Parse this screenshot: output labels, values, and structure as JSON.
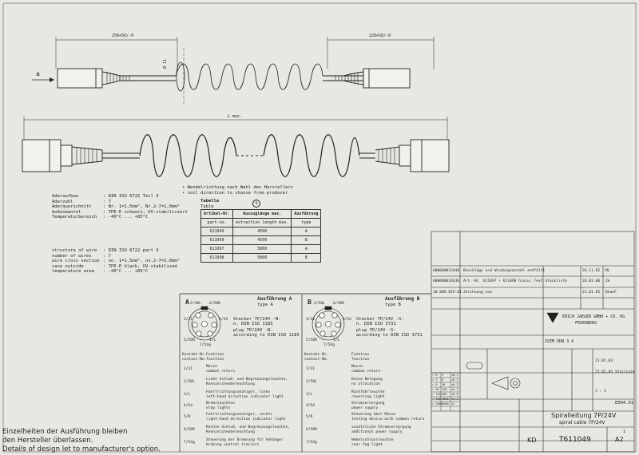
{
  "dims": {
    "left_cable": "250+50/-0",
    "right_cable": "220+50/-0",
    "diameter": "Ø 11",
    "length": "L max.",
    "arrow": "a"
  },
  "direction_note": [
    "• Wendelrichtung nach Wahl des Herstellers",
    "• coil direction to choose from producer"
  ],
  "spec_de": [
    [
      "Aderaufbau",
      ": DIN ISO 6722 Teil 3"
    ],
    [
      "Aderzahl",
      ": 7"
    ],
    [
      "Aderquerschnitt",
      ": Nr. 1=1,5mm², Nr.2-7=1,0mm²"
    ],
    [
      "Außenmantel",
      ": TPE-E  schwarz, UV-stabilisiert"
    ],
    [
      "Temperaturbereich",
      ": -40°C ... +85°C"
    ]
  ],
  "spec_en": [
    [
      "structure of wire",
      ": DIN ISO 6722 part 3"
    ],
    [
      "number of wires",
      ": 7"
    ],
    [
      "wire cross section",
      ": no. 1=1,5mm², no.2-7=1,0mm²"
    ],
    [
      "case outside",
      ": TPE-E  black, UV-stabilized"
    ],
    [
      "temperature area",
      ": -40°C ... +85°C"
    ]
  ],
  "table": {
    "title": "Tabelle",
    "subtitle": "Table",
    "badge": "S",
    "headers": [
      "Artikel-Nr.",
      "Auszuglänge max.",
      "Ausführung"
    ],
    "subheaders": [
      "part-no.",
      "extraction length max.",
      "type"
    ],
    "rows": [
      [
        "611049",
        "4500",
        "A"
      ],
      [
        "611050",
        "4500",
        "B"
      ],
      [
        "611097",
        "5000",
        "A"
      ],
      [
        "611098",
        "5000",
        "B"
      ]
    ]
  },
  "type_a": {
    "letter": "A",
    "title": "Ausführung A",
    "subtitle": "type A",
    "plug": [
      "Stecker 7P/24V -N-",
      "n. DIN ISO 1185",
      "plug 7P/24V -N-",
      "according to DIN ISO 1185"
    ],
    "pins": [
      "2/58L",
      "6/58R",
      "3/31",
      "4/54",
      "5/58R",
      "1/L",
      "7/54g"
    ],
    "col_headers": [
      "Kontakt-Nr.",
      "contact-No.",
      "Funktion",
      "function"
    ],
    "rows": [
      [
        "1/31",
        "Masse",
        "common return"
      ],
      [
        "2/58L",
        "Linke Schluß- und Begrenzungsleuchte,",
        "Kennzeichenbeleuchtung"
      ],
      [
        "3/L",
        "Fahrtrichtungsanzeiger, links",
        "left-hand direction indicator light"
      ],
      [
        "4/54",
        "Bremsleuchten",
        "stop lights"
      ],
      [
        "5/R",
        "Fahrtrichtungsanzeiger, rechts",
        "right-hand direction indicator light"
      ],
      [
        "6/58R",
        "Rechte Schluß- und Begrenzungsleuchte,",
        "Kennzeichenbeleuchtung"
      ],
      [
        "7/54g",
        "Steuerung der Bremsung für Anhänger",
        "braking control trailers"
      ]
    ]
  },
  "type_b": {
    "letter": "B",
    "title": "Ausführung B",
    "subtitle": "type B",
    "plug": [
      "Stecker 7P/24V -S-",
      "n. DIN ISO 3731",
      "plug 7P/24V -S-",
      "according to DIN ISO 3731"
    ],
    "pins": [
      "2/58L",
      "6/58R",
      "3/31",
      "4/54",
      "5/58R",
      "1/L",
      "7/54g"
    ],
    "col_headers": [
      "Kontakt-Nr.",
      "contact-No.",
      "Funktion",
      "function"
    ],
    "rows": [
      [
        "1/31",
        "Masse",
        "common return"
      ],
      [
        "2/58L",
        "Keine Belegung",
        "no allocation"
      ],
      [
        "3/L",
        "Rückfahrleuchte",
        "reversing light"
      ],
      [
        "4/54",
        "Stromversorgung",
        "power supply"
      ],
      [
        "5/R",
        "Steuerung über Masse",
        "testing device with common return"
      ],
      [
        "6/58R",
        "zusätzliche Stromversorgung",
        "additional power supply"
      ],
      [
        "7/54g",
        "Nebelschlussleuchte",
        "rear fog light"
      ]
    ]
  },
  "notes": [
    "Einzelheiten der Ausführung bleiben",
    "den Hersteller überlassen.",
    "Details of design let to manufacturer's option."
  ],
  "revisions": [
    [
      "000000022440",
      "Beschläge und Windungsanzahl entfällt",
      "26.11.02",
      "ML"
    ],
    [
      "000000024436",
      "Art.-Nr. 611097 + 611098 hinzu; Text Stückliste",
      "28.03.08",
      "Zk"
    ],
    [
      "10.009.019.01",
      "Zeichnung neu",
      "21.01.03",
      "DhaeF"
    ]
  ],
  "company": [
    "ERICH JAEGER GMBH + CO. KG",
    "FRIEDBERG"
  ],
  "title_block": {
    "title": "Spiralleitung 7P/24V",
    "subtitle": "spiral cable 7P/24V",
    "drawing_no": "T611049",
    "format": "A2",
    "kd": "KD",
    "date1": "21.01.03",
    "date2": "21.01.03",
    "name": "Stollceim",
    "scale": "1 : 1",
    "sheet": "1",
    "code": "ICEM DDN 3.4",
    "ref": "E004.01"
  },
  "tolerances": [
    [
      "> 6",
      "3",
      "±0.2"
    ],
    [
      "> 3",
      "6",
      "±0.2"
    ],
    [
      "> 6",
      "30",
      "±0.3"
    ],
    [
      "> 30",
      "120",
      "±0.5"
    ],
    [
      "> 120",
      "400",
      "±0.8"
    ],
    [
      "> 400",
      "1000",
      "±1.2"
    ],
    [
      "> 1000",
      "2000",
      "±2"
    ]
  ]
}
